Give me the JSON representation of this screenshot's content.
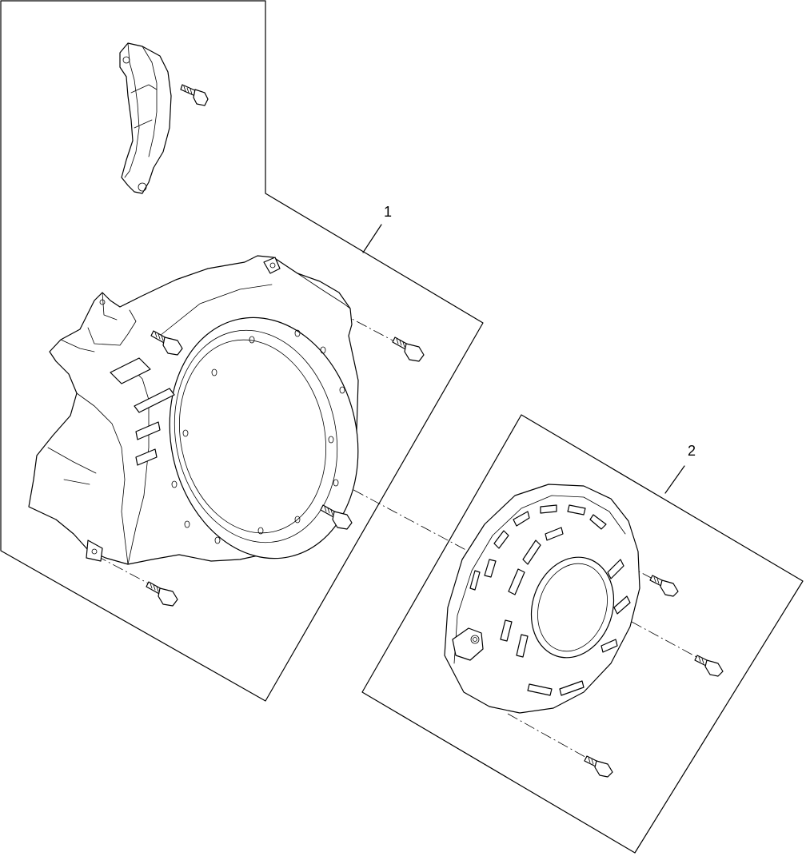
{
  "callouts": [
    {
      "id": "blower-housing-group",
      "label": "1"
    },
    {
      "id": "recoil-starter-group",
      "label": "2"
    }
  ],
  "parts": {
    "group_1": [
      "shroud-bracket",
      "bracket-bolt",
      "blower-housing",
      "housing-bolt-top-left",
      "housing-bolt-top-right",
      "housing-bolt-middle",
      "housing-bolt-bottom"
    ],
    "group_2": [
      "recoil-starter-cover",
      "starter-bolt-top",
      "starter-bolt-right",
      "starter-bolt-bottom"
    ]
  },
  "colors": {
    "line": "#000000",
    "background": "#ffffff"
  }
}
